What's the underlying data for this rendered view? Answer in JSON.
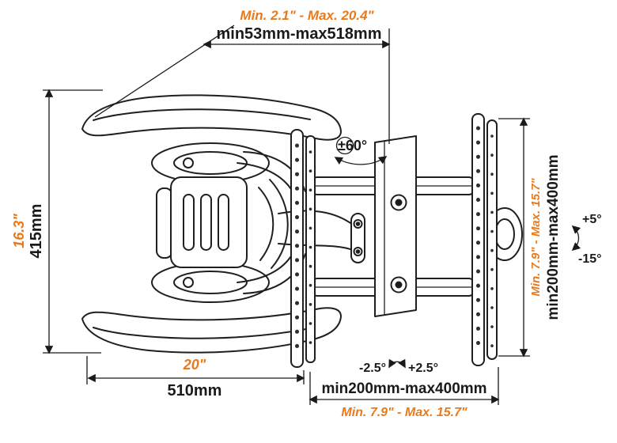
{
  "colors": {
    "accent": "#e87a1e",
    "ink": "#1a1a1a"
  },
  "diagram": {
    "annotations": {
      "top": {
        "imperial": "Min. 2.1\" - Max. 20.4\"",
        "metric": "min53mm-max518mm"
      },
      "left": {
        "imperial": "16.3\"",
        "metric": "415mm"
      },
      "right": {
        "imperial": "Min. 7.9\" - Max. 15.7\"",
        "metric": "min200mm-max400mm"
      },
      "bottom": {
        "imperial": "20\"",
        "metric": "510mm"
      },
      "bottom_right": {
        "imperial": "Min. 7.9\" - Max. 15.7\"",
        "metric": "min200mm-max400mm"
      },
      "swivel": "±60°",
      "tilt_up": "+5°",
      "tilt_down": "-15°",
      "roll_left": "-2.5°",
      "roll_right": "+2.5°"
    }
  }
}
